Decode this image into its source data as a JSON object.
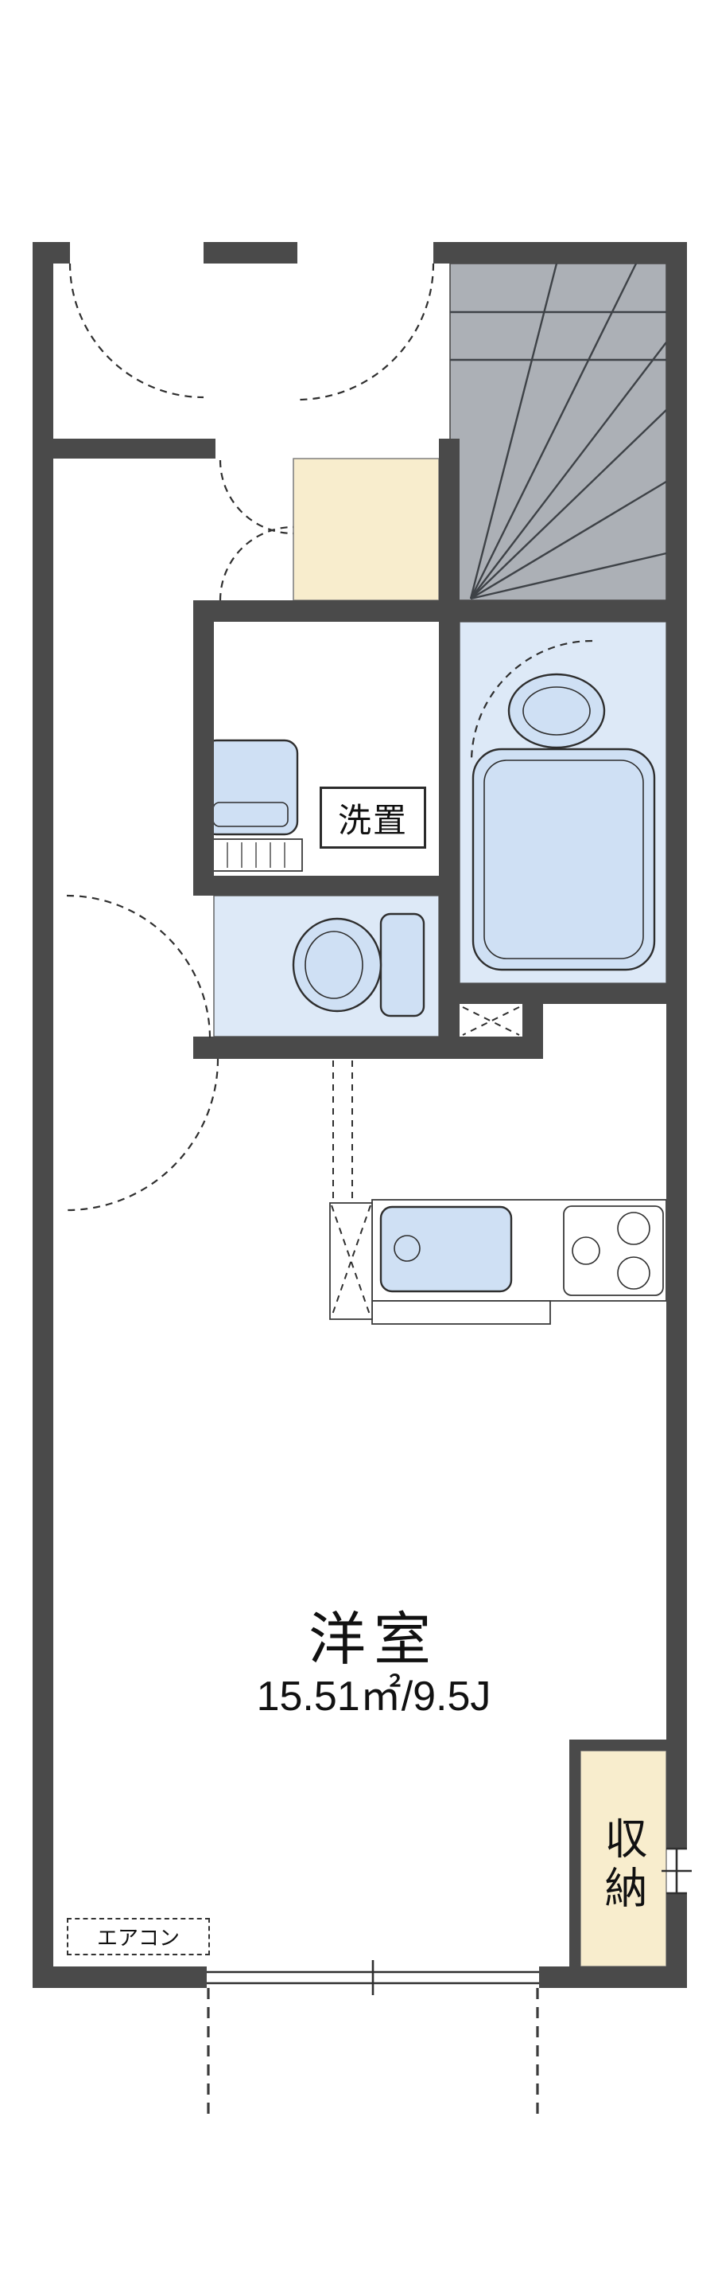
{
  "plan": {
    "type": "apartment-floor-plan",
    "labels": {
      "main_room_name": "洋室",
      "main_room_area": "15.51㎡/9.5J",
      "storage": "収納",
      "laundry": "洗置",
      "aircon": "エアコン"
    },
    "icons": {
      "staircase": "staircase-icon",
      "bathtub": "bathtub-icon",
      "wash_basin": "basin-icon",
      "toilet": "toilet-icon",
      "washing_machine": "washing-machine-icon",
      "kitchen_sink": "kitchen-sink-icon",
      "stove": "stove-burners-icon",
      "doors": "door-swing-arc-icon",
      "window": "sliding-window-icon"
    },
    "colors": {
      "wall": "#4a4a4a",
      "stairs": "#acb0b6",
      "entry": "#f8edcd",
      "wet_room": "#dde9f7",
      "fixture": "#cfe0f4",
      "line": "#333333",
      "background": "#ffffff"
    }
  }
}
